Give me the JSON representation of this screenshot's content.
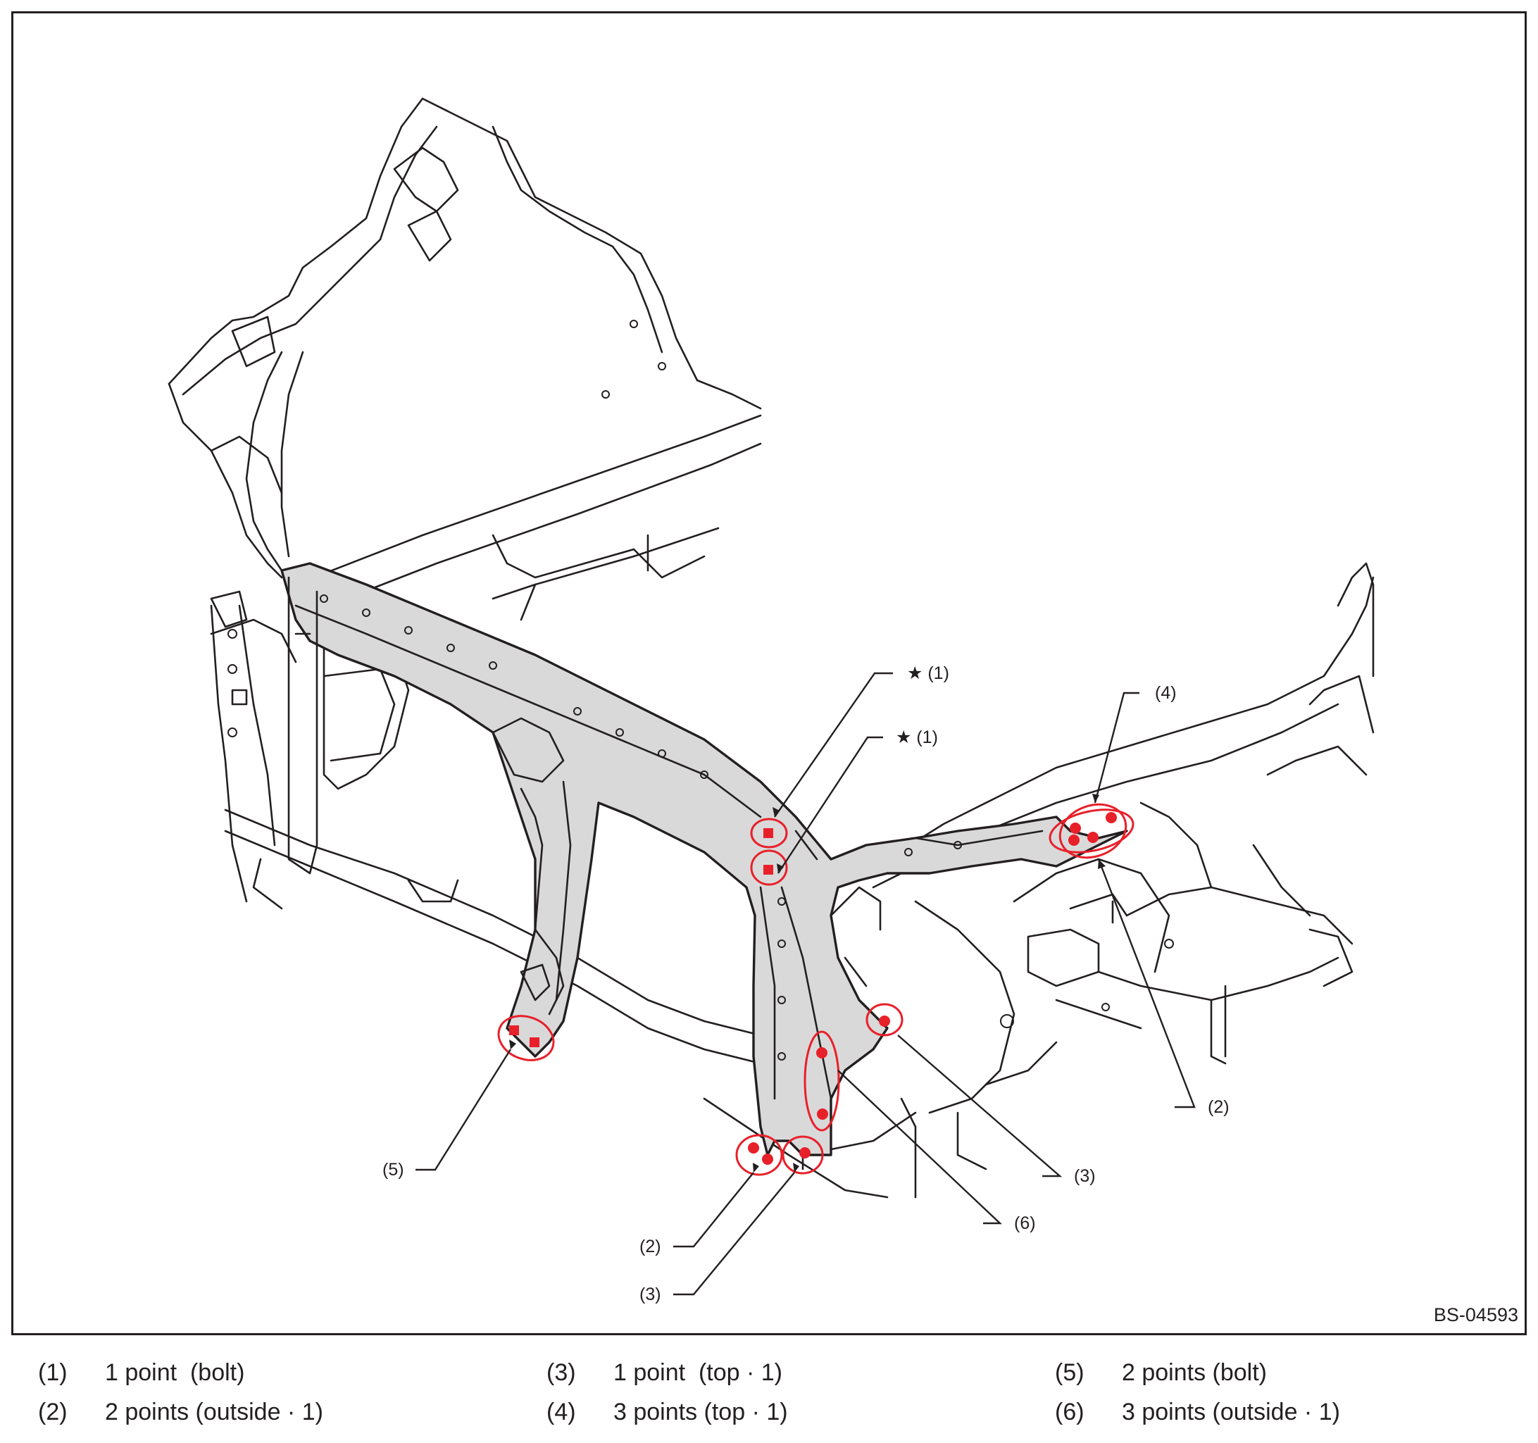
{
  "callouts": [
    {
      "label": "★ (1)"
    },
    {
      "label": "★ (1)"
    },
    {
      "label": "(4)"
    },
    {
      "label": "(2)"
    },
    {
      "label": "(3)"
    },
    {
      "label": "(6)"
    },
    {
      "label": "(5)"
    },
    {
      "label": "(2)"
    },
    {
      "label": "(3)"
    }
  ],
  "figure_id": "BS-04593",
  "legend": [
    {
      "num": "(1)",
      "text": "1 point  (bolt)"
    },
    {
      "num": "(2)",
      "text": "2 points (outside · 1)"
    },
    {
      "num": "(3)",
      "text": "1 point  (top · 1)"
    },
    {
      "num": "(4)",
      "text": "3 points (top · 1)"
    },
    {
      "num": "(5)",
      "text": "2 points (bolt)"
    },
    {
      "num": "(6)",
      "text": "3 points (outside · 1)"
    }
  ],
  "colors": {
    "line": "#231f20",
    "panel": "#d9d9d9",
    "marker": "#e8202a"
  }
}
